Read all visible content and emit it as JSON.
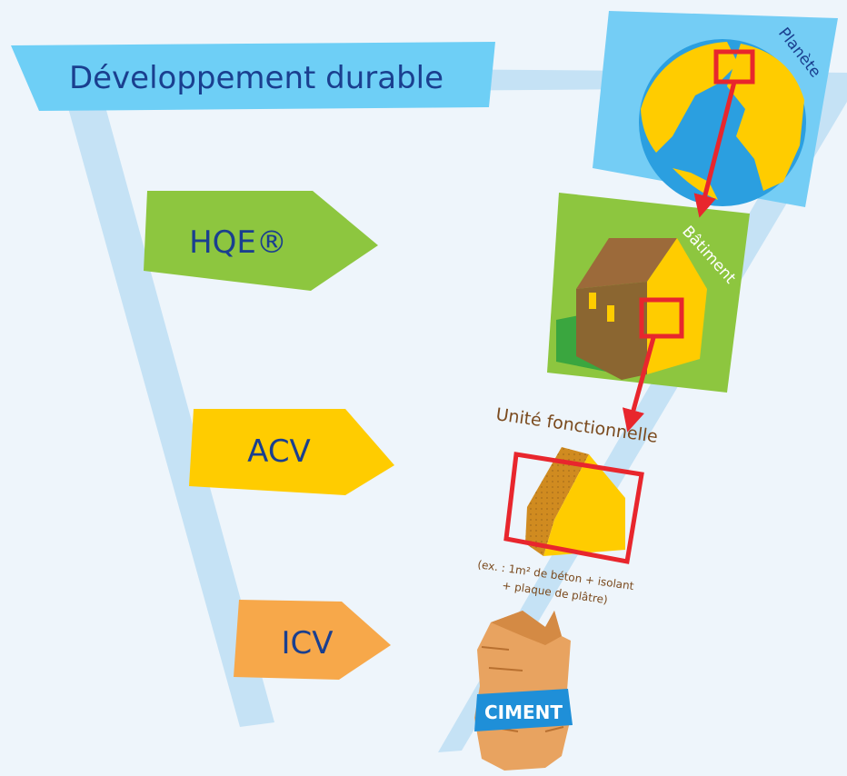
{
  "title": "Développement durable",
  "levels": [
    {
      "label": "HQE®",
      "color": "#8dc63f"
    },
    {
      "label": "ACV",
      "color": "#ffcc00"
    },
    {
      "label": "ICV",
      "color": "#f7a84a"
    }
  ],
  "panels": {
    "planete": "Planète",
    "batiment": "Bâtiment",
    "unite": "Unité fonctionnelle",
    "example_line1": "(ex. : 1m² de béton + isolant",
    "example_line2": "+ plaque de plâtre)",
    "ciment": "CIMENT"
  },
  "colors": {
    "text_blue": "#1a3f8f",
    "band": "#c5e2f5",
    "title_bg": "#6ecff6",
    "arrow_red": "#e8262d",
    "brown_text": "#7a4a1e",
    "sky": "#74cdf5",
    "green": "#8dc63f",
    "yellow": "#ffcc00",
    "orange": "#f7a84a"
  }
}
